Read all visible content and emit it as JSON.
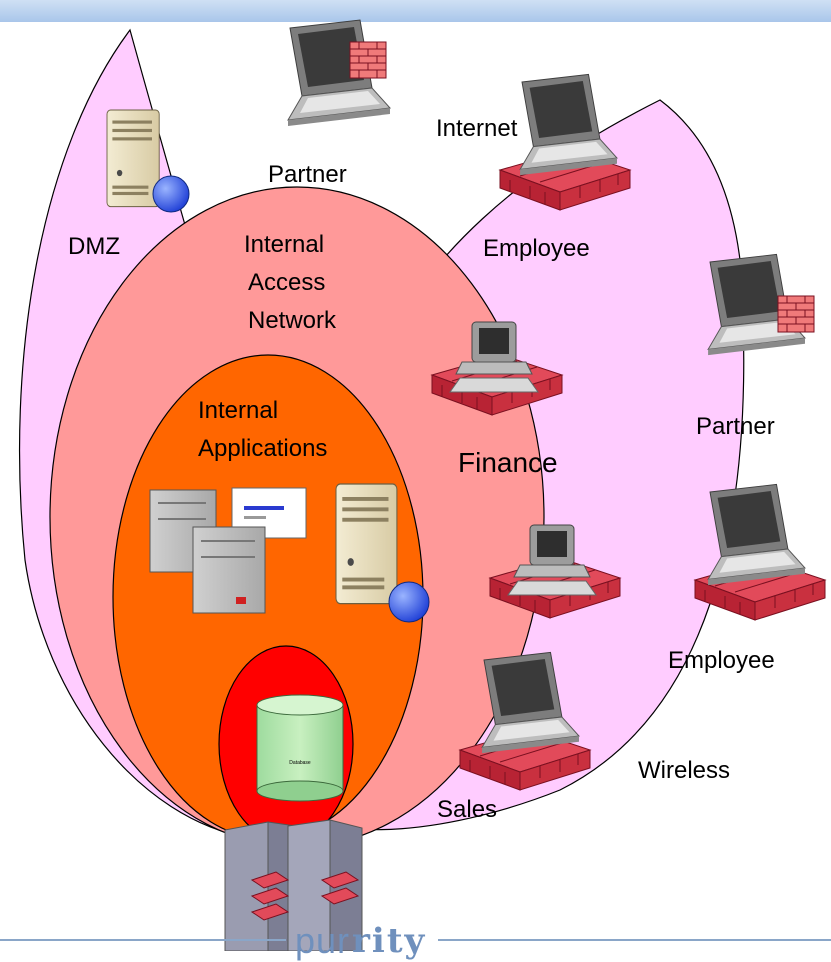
{
  "labels": {
    "partner_top": "Partner",
    "internet": "Internet",
    "dmz": "DMZ",
    "internal_access": [
      "Internal",
      "Access",
      "Network"
    ],
    "employee_top": "Employee",
    "internal_apps": [
      "Internal",
      "Applications"
    ],
    "finance": "Finance",
    "partner_right": "Partner",
    "employee_right": "Employee",
    "wireless": "Wireless",
    "sales": "Sales",
    "database": "Database"
  },
  "footer": {
    "text_left": "pur",
    "text_brand": "rity"
  },
  "colors": {
    "dmz_zone": "#ffccff",
    "access_zone": "#ff9999",
    "apps_zone": "#ff6600",
    "db_zone": "#ff0000",
    "footer_line": "#8aa6c8"
  },
  "icons": [
    "laptop-icon",
    "firewall-icon",
    "server-icon",
    "database-icon",
    "workstation-icon"
  ]
}
